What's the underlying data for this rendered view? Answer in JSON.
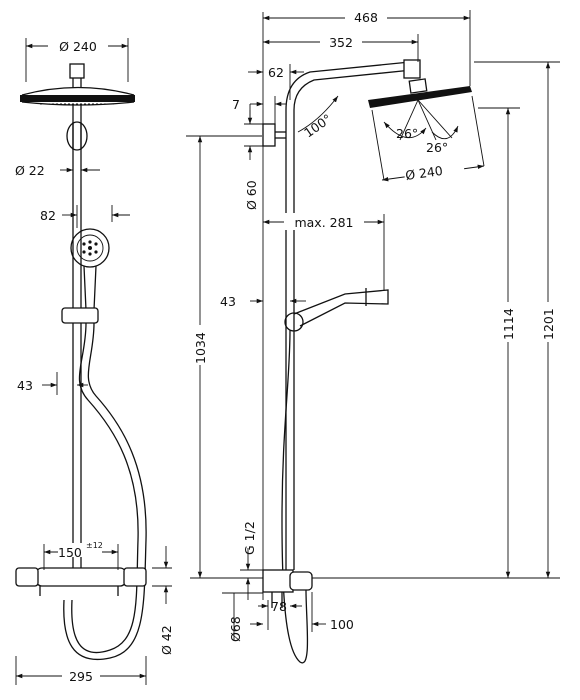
{
  "dimensions": {
    "front_head_diameter": "Ø 240",
    "front_pipe_diameter": "Ø 22",
    "front_handshower_offset": "82",
    "front_hose_offset": "43",
    "front_mixer_spacing": "150",
    "front_mixer_tolerance": "±12",
    "front_mixer_depth": "Ø 42",
    "front_total_width": "295",
    "side_total_reach": "468",
    "side_arm_reach": "352",
    "side_wall_bracket": "62",
    "side_bracket_depth": "7",
    "side_arm_angle": "100°",
    "side_tilt_angle_a": "26°",
    "side_tilt_angle_b": "26°",
    "side_head_diameter": "Ø 240",
    "side_bracket_diameter": "Ø 60",
    "side_max_reach": "max. 281",
    "side_slider_offset": "43",
    "height_bracket": "1034",
    "height_head": "1114",
    "height_total": "1201",
    "thread_size": "G 1/2",
    "connector_diameter": "Ø68",
    "connector_offset": "78",
    "connector_depth": "100"
  }
}
